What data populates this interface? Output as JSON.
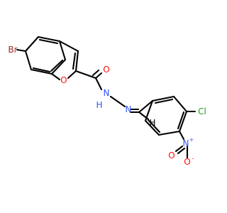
{
  "structure": {
    "atoms": {
      "br": {
        "symbol": "Br",
        "color": "#a62929"
      },
      "o_furan": {
        "symbol": "O",
        "color": "#ff0d0d"
      },
      "o_carbonyl": {
        "symbol": "O",
        "color": "#ff0d0d"
      },
      "nh": {
        "symbol": "N",
        "color": "#3050f8"
      },
      "h_nh": {
        "symbol": "H",
        "color": "#3050f8"
      },
      "n_imine": {
        "symbol": "N",
        "color": "#3050f8"
      },
      "h_imine": {
        "symbol": "H",
        "color": "#000000"
      },
      "cl": {
        "symbol": "Cl",
        "color": "#1fa01f"
      },
      "n_nitro": {
        "symbol": "N",
        "color": "#3050f8"
      },
      "n_nitro_charge": {
        "symbol": "+",
        "color": "#3050f8"
      },
      "o_nitro_down": {
        "symbol": "O",
        "color": "#ff0d0d"
      },
      "o_nitro_charge": {
        "symbol": "-",
        "color": "#ff0d0d"
      },
      "o_nitro_left": {
        "symbol": "O",
        "color": "#ff0d0d"
      }
    }
  }
}
